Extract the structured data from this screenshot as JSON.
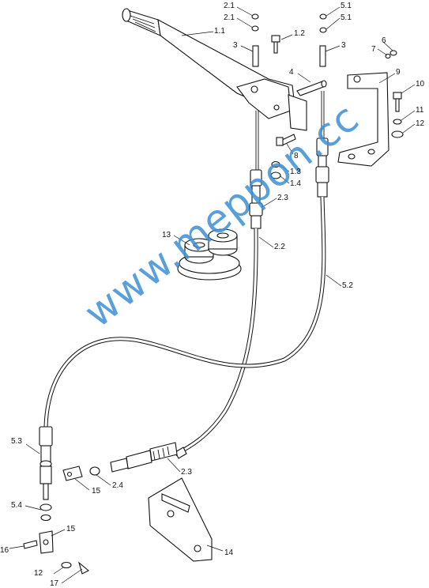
{
  "labels": {
    "p2_1a": "2.1",
    "p2_1b": "2.1",
    "p5_1a": "5.1",
    "p5_1b": "5.1",
    "p1_1": "1.1",
    "p1_2": "1.2",
    "p3a": "3",
    "p3b": "3",
    "p6": "6",
    "p7": "7",
    "p4": "4",
    "p9": "9",
    "p10": "10",
    "p11": "11",
    "p12a": "12",
    "p8": "8",
    "p1_3": "1.3",
    "p1_4": "1.4",
    "p2_3a": "2.3",
    "p13": "13",
    "p2_2": "2.2",
    "p5_2": "5.2",
    "p5_3": "5.3",
    "p2_4": "2.4",
    "p15a": "15",
    "p2_3b": "2.3",
    "p5_4": "5.4",
    "p15b": "15",
    "p16": "16",
    "p14": "14",
    "p12b": "12",
    "p17": "17"
  },
  "watermark": "www.meppon.cc"
}
